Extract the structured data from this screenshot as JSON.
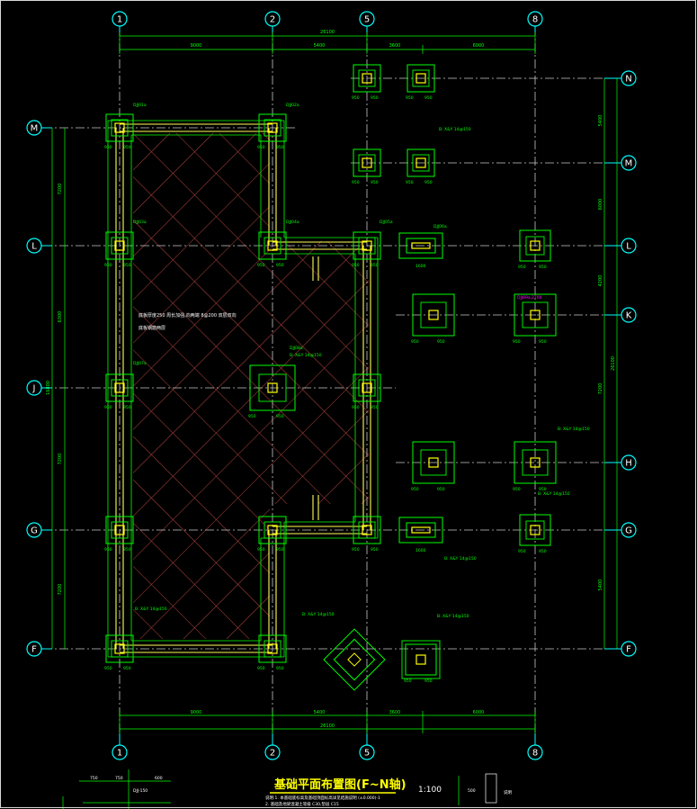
{
  "drawing": {
    "title": "基础平面布置图(F~N轴)",
    "scale": "1:100",
    "colors": {
      "background": "#000000",
      "axis": "#00ffff",
      "grid_line": "#c8c8c8",
      "footing": "#00ff00",
      "column": "#ffff00",
      "beam": "#ffff55",
      "slab_hatch": "#c0504d",
      "dimension": "#00ff00",
      "title": "#ffff00",
      "highlight": "#ff00ff",
      "frame": "#d8d8d8"
    }
  },
  "axes": {
    "top": [
      "1",
      "2",
      "5",
      "8"
    ],
    "bottom": [
      "1",
      "2",
      "5",
      "8"
    ],
    "left": [
      "M",
      "L",
      "J",
      "G",
      "F"
    ],
    "right": [
      "N",
      "M",
      "L",
      "K",
      "H",
      "G",
      "F"
    ]
  },
  "dimensions": {
    "top_overall": "26100",
    "top_bays": [
      "9000",
      "5400",
      "3600",
      "6000"
    ],
    "bottom_overall": "26100",
    "bottom_bays": [
      "9000",
      "5400",
      "3600",
      "6000"
    ],
    "left_overall": "16800",
    "left_bays": [
      "7200",
      "6300",
      "7200",
      "7200"
    ],
    "right_overall": "26100",
    "right_bays": [
      "5400",
      "6000",
      "4200",
      "7200",
      "5400"
    ]
  },
  "callouts": {
    "slab_note_1": "底板厚度250 周长加强,向两端 8@200 双层双向",
    "slab_note_2": "底板钢筋两层",
    "footing_j1": "DJJ01a",
    "footing_j2": "DJJ02a",
    "footing_j3": "DJJ03a",
    "footing_j4": "DJJ04a",
    "footing_j5": "DJJ05a",
    "footing_j6": "DJJ06a",
    "footing_j7": "DJJ07a",
    "footing_j8": "DJJ08a",
    "footing_highlight": "DJJ09a,2700",
    "rebar_note": "B: X&Y 14@150",
    "typical_dim_a": "950",
    "typical_dim_b": "1600"
  },
  "notes": {
    "note_1": "说明:1. 本基础底标高及基础顶面标高详见结施说明 (±0.000)-1",
    "note_2": "2. 基础及地梁混凝土等级 C30,垫层 C15",
    "legend_dim_1": "750",
    "legend_dim_2": "750",
    "legend_dim_3": "600",
    "legend_tag": "DJJ-150",
    "legend_label": "说明",
    "legend_height": "500"
  }
}
